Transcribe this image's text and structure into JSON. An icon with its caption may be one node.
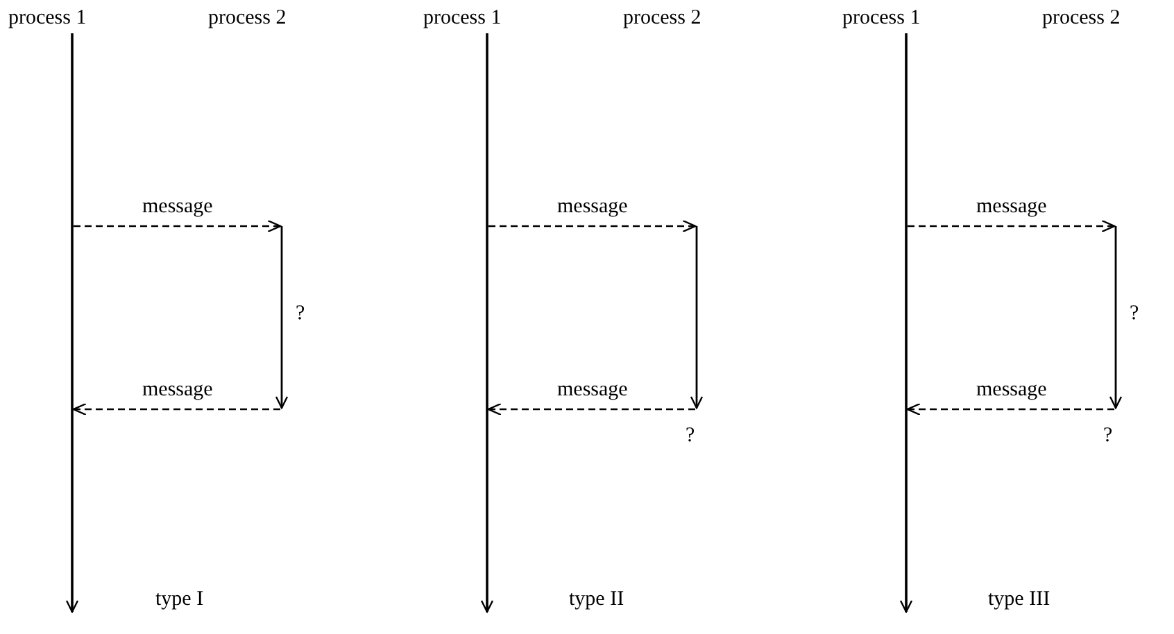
{
  "diagram": {
    "nodes": [
      {
        "text": [
          "process 1"
        ]
      },
      {
        "text": [
          "process 2"
        ]
      },
      {
        "text": [],
        "shape": "bar"
      },
      {
        "text": [],
        "shape": "bar",
        "beside": [
          "?"
        ]
      },
      {
        "text": [
          "process 1"
        ]
      },
      {
        "text": [
          "process 2"
        ]
      },
      {
        "text": [],
        "shape": "bar"
      },
      {
        "text": [],
        "shape": "bar"
      },
      {
        "text": [
          "process 1"
        ]
      },
      {
        "text": [
          "process 2"
        ]
      },
      {
        "text": [],
        "shape": "bar"
      },
      {
        "text": [],
        "shape": "bar",
        "beside": [
          "?"
        ]
      }
    ],
    "edges": [
      {
        "from": 2,
        "to": 3,
        "arrow": "to",
        "style": "dashed",
        "label": "message"
      },
      {
        "from": 3,
        "to": 2,
        "arrow": "to",
        "style": "dashed",
        "label": "message"
      },
      {
        "from": 6,
        "to": 7,
        "arrow": "to",
        "style": "dashed",
        "label": "message"
      },
      {
        "from": 7,
        "to": 6,
        "arrow": "to",
        "style": "dashed",
        "label": "message"
      },
      {
        "from": 10,
        "to": 11,
        "arrow": "to",
        "style": "dashed",
        "label": "message"
      },
      {
        "from": 11,
        "to": 10,
        "arrow": "to",
        "style": "dashed",
        "label": "message"
      }
    ],
    "labels": [
      "?",
      "?",
      "type I",
      "type II",
      "type III"
    ]
  }
}
